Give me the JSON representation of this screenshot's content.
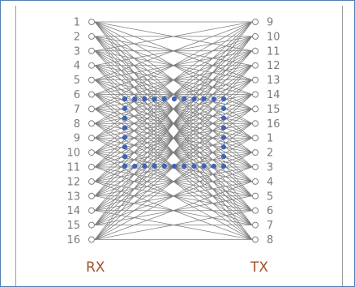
{
  "diagram": {
    "left_label": "RX",
    "right_label": "TX",
    "left_pins": [
      "1",
      "2",
      "3",
      "4",
      "5",
      "6",
      "7",
      "8",
      "9",
      "10",
      "11",
      "12",
      "13",
      "14",
      "15",
      "16"
    ],
    "right_pins": [
      "9",
      "10",
      "11",
      "12",
      "13",
      "14",
      "15",
      "16",
      "1",
      "2",
      "3",
      "4",
      "5",
      "6",
      "7",
      "8"
    ],
    "dot_color": "#3f63b6",
    "wire_color": "#7d7d7d",
    "label_color": "#a0522d"
  }
}
